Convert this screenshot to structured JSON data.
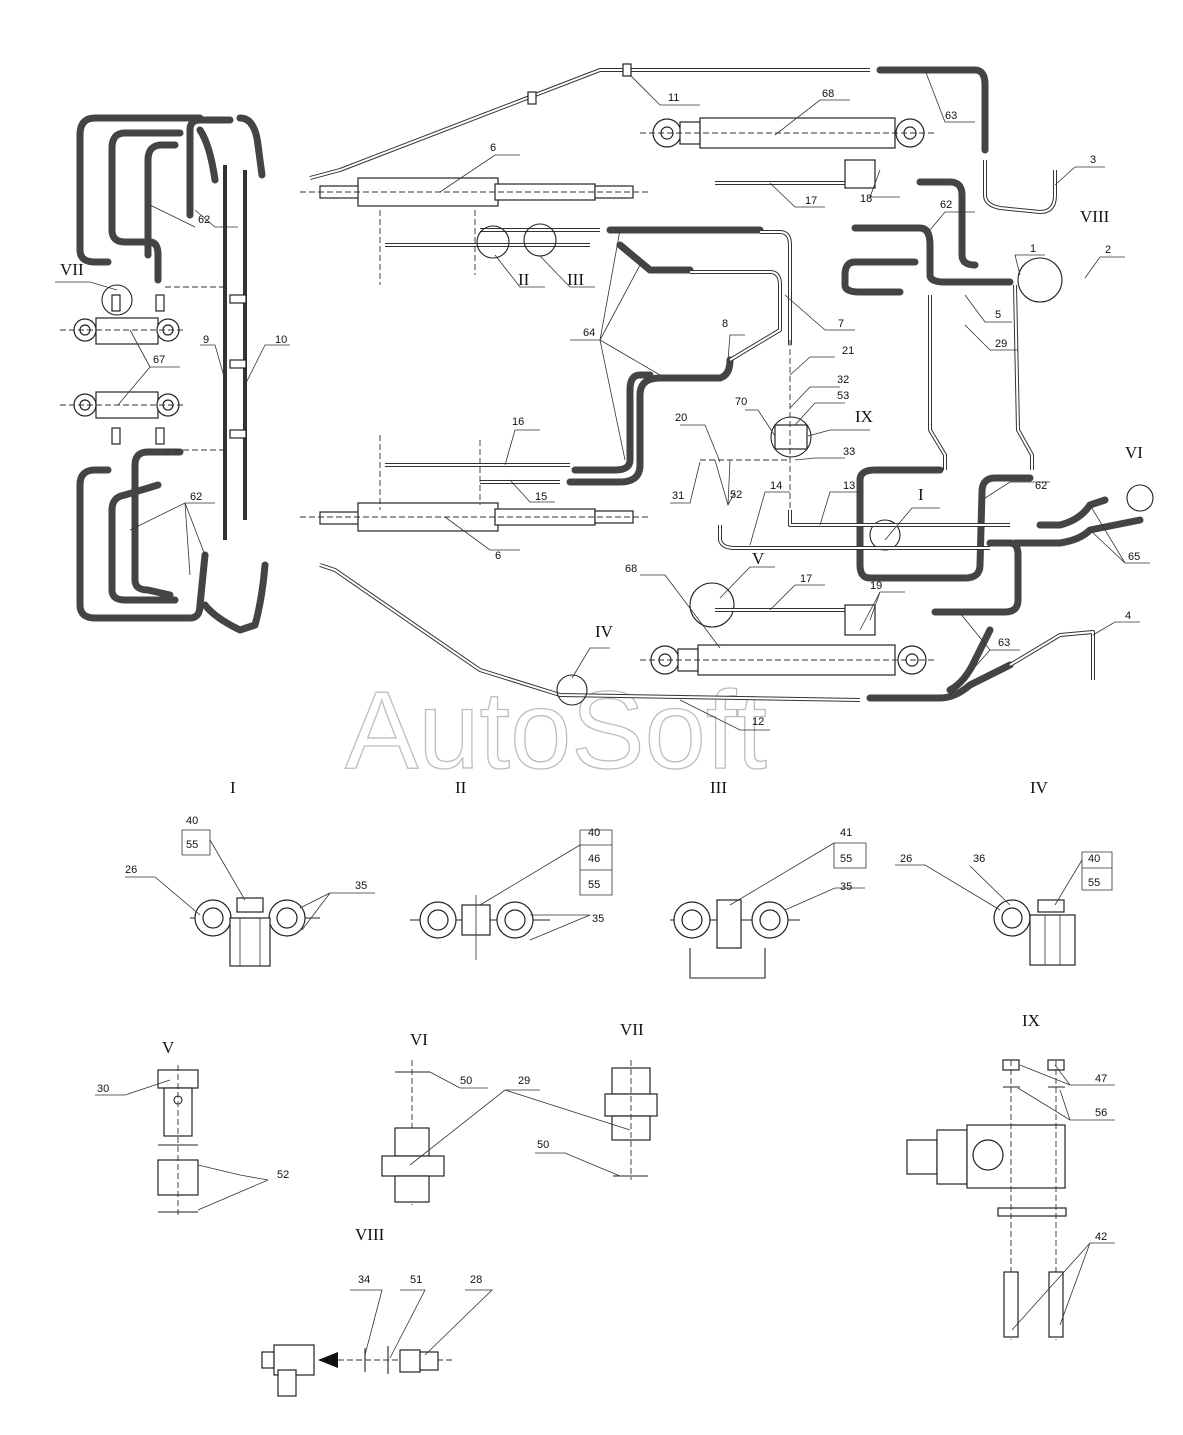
{
  "watermark": "AutoSoft",
  "views": {
    "I": "I",
    "II": "II",
    "III": "III",
    "IV": "IV",
    "V": "V",
    "VI": "VI",
    "VII": "VII",
    "VIII": "VIII",
    "IX": "IX"
  },
  "callouts": {
    "c1": "1",
    "c2": "2",
    "c3": "3",
    "c4": "4",
    "c5": "5",
    "c6": "6",
    "c7": "7",
    "c8": "8",
    "c9": "9",
    "c10": "10",
    "c11": "11",
    "c12": "12",
    "c13": "13",
    "c14": "14",
    "c15": "15",
    "c16": "16",
    "c17": "17",
    "c18": "18",
    "c19": "19",
    "c20": "20",
    "c21": "21",
    "c26": "26",
    "c28": "28",
    "c29": "29",
    "c30": "30",
    "c31": "31",
    "c32": "32",
    "c33": "33",
    "c34": "34",
    "c35": "35",
    "c36": "36",
    "c40": "40",
    "c41": "41",
    "c42": "42",
    "c46": "46",
    "c47": "47",
    "c50": "50",
    "c51": "51",
    "c52": "52",
    "c53": "53",
    "c55": "55",
    "c56": "56",
    "c62": "62",
    "c63": "63",
    "c64": "64",
    "c65": "65",
    "c67": "67",
    "c68": "68",
    "c70": "70"
  }
}
